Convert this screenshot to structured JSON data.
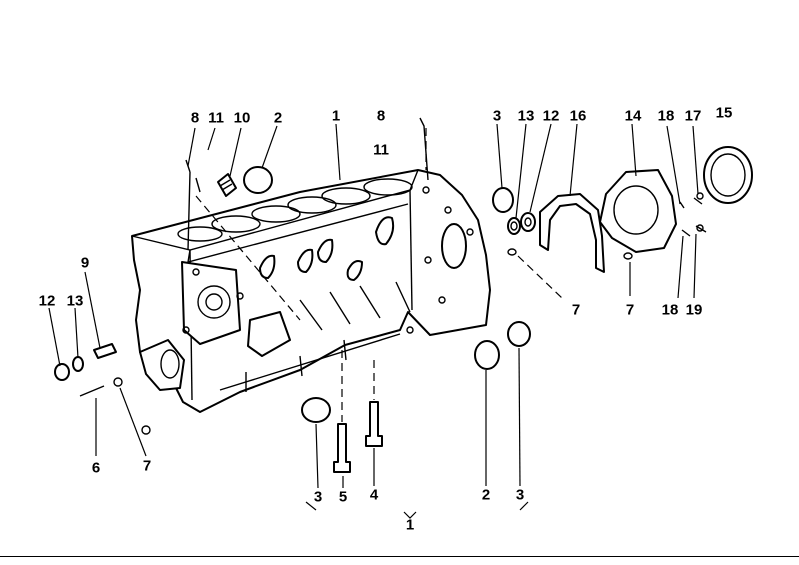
{
  "callouts": [
    {
      "id": "c8a",
      "text": "8"
    },
    {
      "id": "c11a",
      "text": "11"
    },
    {
      "id": "c10",
      "text": "10"
    },
    {
      "id": "c2a",
      "text": "2"
    },
    {
      "id": "c1a",
      "text": "1"
    },
    {
      "id": "c8b",
      "text": "8"
    },
    {
      "id": "c11b",
      "text": "11"
    },
    {
      "id": "c3a",
      "text": "3"
    },
    {
      "id": "c13a",
      "text": "13"
    },
    {
      "id": "c12a",
      "text": "12"
    },
    {
      "id": "c16",
      "text": "16"
    },
    {
      "id": "c14",
      "text": "14"
    },
    {
      "id": "c18a",
      "text": "18"
    },
    {
      "id": "c17",
      "text": "17"
    },
    {
      "id": "c15",
      "text": "15"
    },
    {
      "id": "c9",
      "text": "9"
    },
    {
      "id": "c12b",
      "text": "12"
    },
    {
      "id": "c13b",
      "text": "13"
    },
    {
      "id": "c7a",
      "text": "7"
    },
    {
      "id": "c7b",
      "text": "7"
    },
    {
      "id": "c18b",
      "text": "18"
    },
    {
      "id": "c19",
      "text": "19"
    },
    {
      "id": "c6",
      "text": "6"
    },
    {
      "id": "c7c",
      "text": "7"
    },
    {
      "id": "c3b",
      "text": "3"
    },
    {
      "id": "c5",
      "text": "5"
    },
    {
      "id": "c4",
      "text": "4"
    },
    {
      "id": "c2b",
      "text": "2"
    },
    {
      "id": "c3c",
      "text": "3"
    },
    {
      "id": "c1b",
      "text": "1"
    }
  ]
}
